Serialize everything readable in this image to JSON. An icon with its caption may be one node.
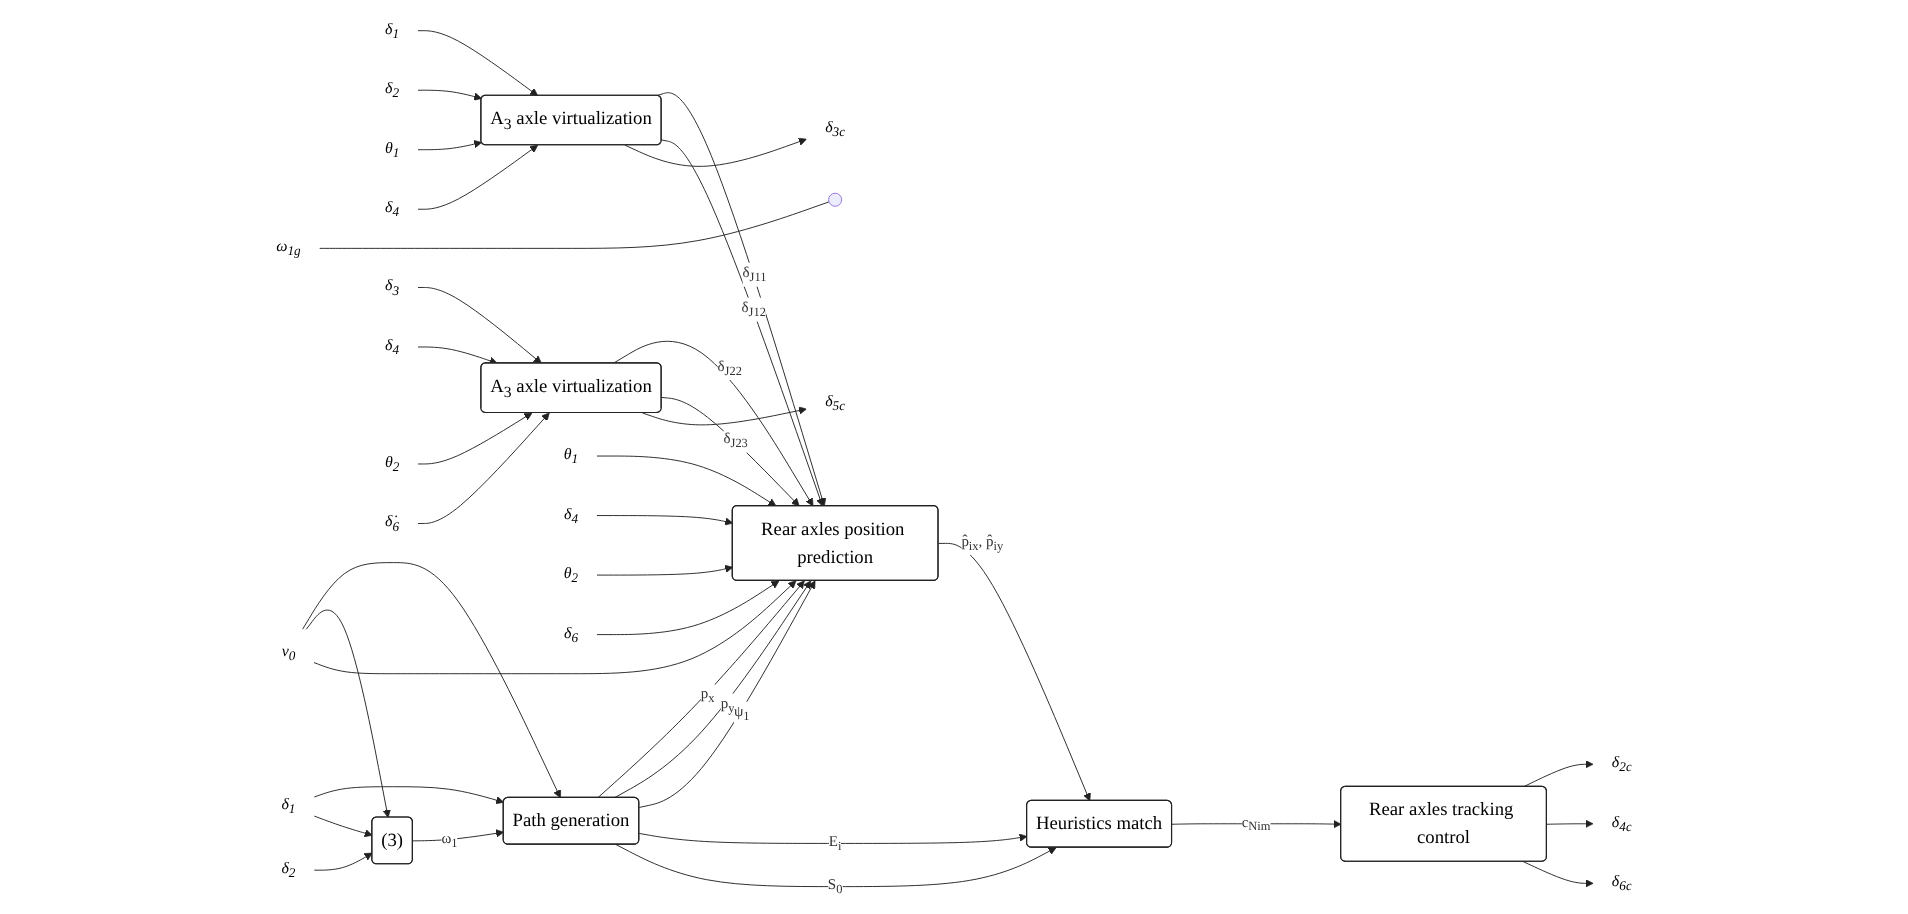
{
  "diagram": {
    "nodes": [
      {
        "text": [
          "δ$_{1}$"
        ]
      },
      {
        "text": [
          "δ$_{2}$"
        ]
      },
      {
        "text": [
          "θ$_{1}$"
        ]
      },
      {
        "text": [
          "δ$_{4}$"
        ]
      },
      {
        "text": [
          "v$_{0}$"
        ]
      },
      {
        "text": [
          "δ$_{1}$"
        ]
      },
      {
        "text": [
          "δ$_{2}$"
        ]
      },
      {
        "text": [
          "ω$_{1g}$"
        ]
      },
      {
        "text": [
          "(3)"
        ]
      },
      {
        "text": [
          "A$_{3}$ axle virtualization"
        ]
      },
      {
        "text": [
          "Path generation"
        ]
      },
      {
        "text": [
          "Heuristics match"
        ]
      },
      {
        "text": [
          "δ$_{3}$"
        ]
      },
      {
        "text": [
          "δ$_{4}$"
        ]
      },
      {
        "text": [
          "θ$_{2}$"
        ]
      },
      {
        "text": [
          "δ̇$_{6}$"
        ]
      },
      {
        "text": [
          "A$_{3}$ axle virtualization"
        ]
      },
      {
        "text": [
          "Rear axles position prediction"
        ]
      },
      {
        "text": [
          "Rear axles tracking control"
        ]
      },
      {
        "text": [
          "δ$_{3c}$"
        ]
      },
      {
        "text": [
          "δ$_{5c}$"
        ]
      },
      {
        "text": [
          "θ$_{1}$"
        ]
      },
      {
        "text": [
          "δ$_{4}$"
        ]
      },
      {
        "text": [
          "θ$_{2}$"
        ]
      },
      {
        "text": [
          "δ$_{6}$"
        ]
      },
      {
        "text": [
          "δ$_{2c}$"
        ]
      },
      {
        "text": [
          "δ$_{4c}$"
        ]
      },
      {
        "text": [
          "δ$_{6c}$"
        ]
      }
    ],
    "edges": [
      {
        "from": 0,
        "to": 9,
        "arrow": "to"
      },
      {
        "from": 1,
        "to": 9,
        "arrow": "to"
      },
      {
        "from": 2,
        "to": 9,
        "arrow": "to"
      },
      {
        "from": 3,
        "to": 9,
        "arrow": "to"
      },
      {
        "from": 4,
        "to": 10,
        "arrow": "to"
      },
      {
        "from": 4,
        "to": 8,
        "arrow": "to"
      },
      {
        "from": 4,
        "to": 17,
        "arrow": "to"
      },
      {
        "from": 5,
        "to": 10,
        "arrow": "to"
      },
      {
        "from": 5,
        "to": 8,
        "arrow": "to"
      },
      {
        "from": 6,
        "to": 8,
        "arrow": "to"
      },
      {
        "from": 7,
        "to": null,
        "arrow": "none"
      },
      {
        "from": 8,
        "to": 10,
        "label": "ω$_{1}$",
        "arrow": "to"
      },
      {
        "from": 9,
        "to": 17,
        "label": "δ$_{J11}$",
        "arrow": "to"
      },
      {
        "from": 9,
        "to": 17,
        "label": "δ$_{J12}$",
        "arrow": "to"
      },
      {
        "from": 9,
        "to": 19,
        "arrow": "to"
      },
      {
        "from": 12,
        "to": 16,
        "arrow": "to"
      },
      {
        "from": 13,
        "to": 16,
        "arrow": "to"
      },
      {
        "from": 14,
        "to": 16,
        "arrow": "to"
      },
      {
        "from": 15,
        "to": 16,
        "arrow": "to"
      },
      {
        "from": 16,
        "to": 17,
        "label": "δ$_{J22}$",
        "arrow": "to"
      },
      {
        "from": 16,
        "to": 17,
        "label": "δ$_{J23}$",
        "arrow": "to"
      },
      {
        "from": 16,
        "to": 20,
        "arrow": "to"
      },
      {
        "from": 10,
        "to": 17,
        "label": "p$_{x}$",
        "arrow": "to"
      },
      {
        "from": 10,
        "to": 17,
        "label": "p$_{y}$",
        "arrow": "to"
      },
      {
        "from": 10,
        "to": 17,
        "label": "ψ$_{1}$",
        "arrow": "to"
      },
      {
        "from": 10,
        "to": 11,
        "label": "E$_{i}$",
        "arrow": "to"
      },
      {
        "from": 10,
        "to": 11,
        "label": "S$_{0}$",
        "arrow": "to"
      },
      {
        "from": 17,
        "to": 11,
        "label": "p̂$_{ix}$, p̂$_{iy}$",
        "arrow": "to"
      },
      {
        "from": 11,
        "to": 18,
        "label": "c$_{Nim}$",
        "arrow": "to"
      },
      {
        "from": 21,
        "to": 17,
        "arrow": "to"
      },
      {
        "from": 22,
        "to": 17,
        "arrow": "to"
      },
      {
        "from": 23,
        "to": 17,
        "arrow": "to"
      },
      {
        "from": 24,
        "to": 17,
        "arrow": "to"
      },
      {
        "from": 18,
        "to": 25,
        "arrow": "to"
      },
      {
        "from": 18,
        "to": 26,
        "arrow": "to"
      },
      {
        "from": 18,
        "to": 27,
        "arrow": "to"
      }
    ]
  }
}
